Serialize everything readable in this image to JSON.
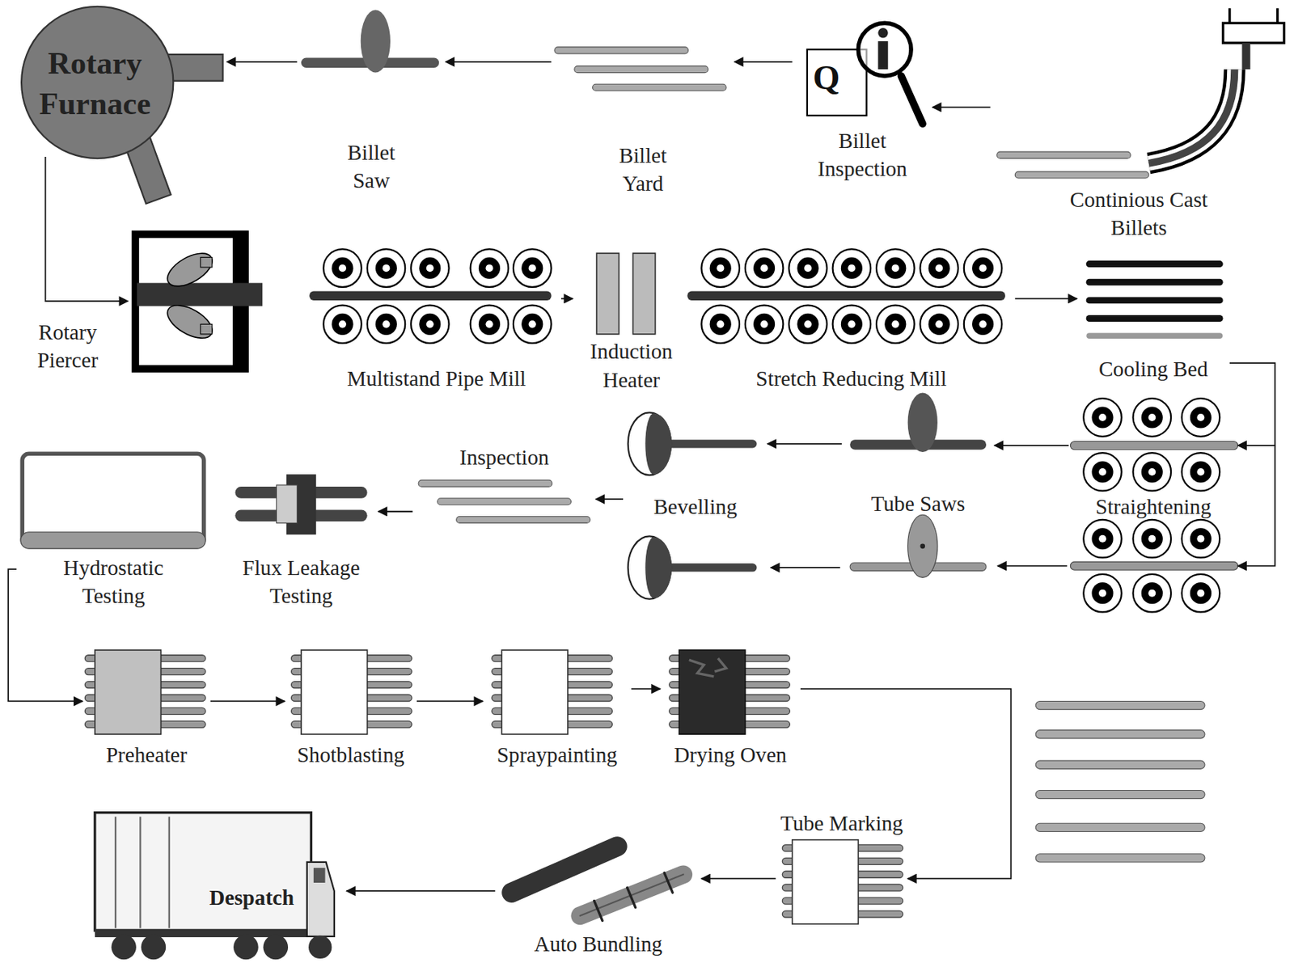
{
  "diagram": {
    "nodes": [
      {
        "text": [
          "Continious Cast Billets"
        ]
      },
      {
        "text": [
          "Billet Inspection"
        ]
      },
      {
        "text": [
          "Billet Yard"
        ]
      },
      {
        "text": [
          "Billet Saw"
        ]
      },
      {
        "text": [
          "Rotary Furnace"
        ]
      },
      {
        "text": [
          "Rotary Piercer"
        ]
      },
      {
        "text": [
          "Multistand Pipe Mill"
        ]
      },
      {
        "text": [
          "Induction Heater"
        ]
      },
      {
        "text": [
          "Stretch Reducing Mill"
        ]
      },
      {
        "text": [
          "Cooling Bed"
        ]
      },
      {
        "text": [
          "Straightening"
        ]
      },
      {
        "text": [
          "Tube Saws"
        ]
      },
      {
        "text": [
          "Bevelling"
        ]
      },
      {
        "text": [
          "Inspection"
        ]
      },
      {
        "text": [
          "Flux Leakage Testing"
        ]
      },
      {
        "text": [
          "Hydrostatic Testing"
        ]
      },
      {
        "text": [
          "Preheater"
        ]
      },
      {
        "text": [
          "Shotblasting"
        ]
      },
      {
        "text": [
          "Spraypainting"
        ]
      },
      {
        "text": [
          "Drying Oven"
        ]
      },
      {
        "text": [
          "Tube Marking"
        ]
      },
      {
        "text": [
          "Auto Bundling"
        ]
      },
      {
        "text": [
          "Despatch"
        ]
      }
    ],
    "edges": [
      {
        "from": 0,
        "to": 1,
        "arrow": "to"
      },
      {
        "from": 1,
        "to": 2,
        "arrow": "to"
      },
      {
        "from": 2,
        "to": 3,
        "arrow": "to"
      },
      {
        "from": 3,
        "to": 4,
        "arrow": "to"
      },
      {
        "from": 4,
        "to": 5,
        "arrow": "to"
      },
      {
        "from": 6,
        "to": 7,
        "arrow": "to"
      },
      {
        "from": 8,
        "to": 9,
        "arrow": "to"
      },
      {
        "from": 9,
        "to": 10,
        "arrow": "to"
      },
      {
        "from": 10,
        "to": 11,
        "arrow": "to"
      },
      {
        "from": 11,
        "to": 12,
        "arrow": "to"
      },
      {
        "from": 12,
        "to": 13,
        "arrow": "to"
      },
      {
        "from": 13,
        "to": 14,
        "arrow": "to"
      },
      {
        "from": 15,
        "to": 16,
        "arrow": "to"
      },
      {
        "from": 16,
        "to": 17,
        "arrow": "to"
      },
      {
        "from": 17,
        "to": 18,
        "arrow": "to"
      },
      {
        "from": 18,
        "to": 19,
        "arrow": "to"
      },
      {
        "from": 19,
        "to": 20,
        "arrow": "to"
      },
      {
        "from": 20,
        "to": 21,
        "arrow": "to"
      },
      {
        "from": 21,
        "to": 22,
        "arrow": "to"
      }
    ],
    "labels": [
      "Q"
    ]
  }
}
